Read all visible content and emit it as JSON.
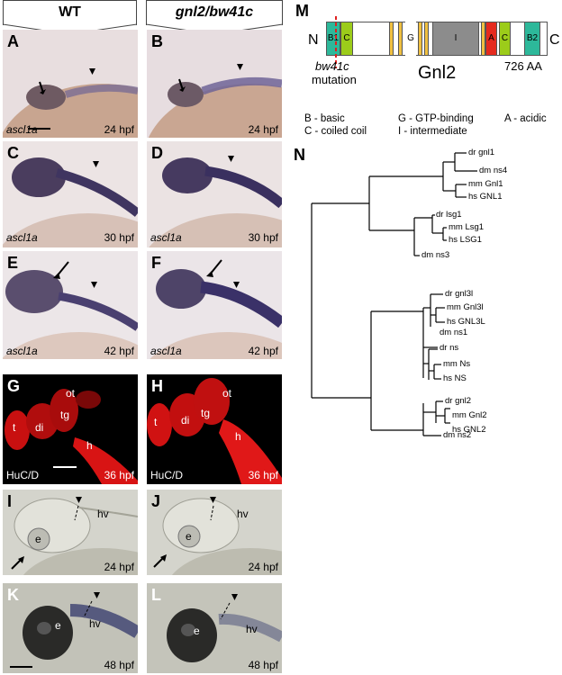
{
  "headers": {
    "wt": "WT",
    "mutant": "gnl2/bw41c"
  },
  "panels": {
    "A": {
      "label": "A",
      "gene": "ascl1a",
      "stage": "24 hpf"
    },
    "B": {
      "label": "B",
      "stage": "24 hpf"
    },
    "C": {
      "label": "C",
      "gene": "ascl1a",
      "stage": "30 hpf"
    },
    "D": {
      "label": "D",
      "gene": "ascl1a",
      "stage": "30 hpf"
    },
    "E": {
      "label": "E",
      "gene": "ascl1a",
      "stage": "42 hpf"
    },
    "F": {
      "label": "F",
      "gene": "ascl1a",
      "stage": "42 hpf"
    },
    "G": {
      "label": "G",
      "marker": "HuC/D",
      "stage": "36 hpf",
      "t": "t",
      "di": "di",
      "tg": "tg",
      "ot": "ot",
      "h": "h"
    },
    "H": {
      "label": "H",
      "marker": "HuC/D",
      "stage": "36 hpf",
      "t": "t",
      "di": "di",
      "tg": "tg",
      "ot": "ot",
      "h": "h"
    },
    "I": {
      "label": "I",
      "stage": "24 hpf",
      "e": "e",
      "hv": "hv"
    },
    "J": {
      "label": "J",
      "stage": "24 hpf",
      "e": "e",
      "hv": "hv"
    },
    "K": {
      "label": "K",
      "stage": "48 hpf",
      "e": "e",
      "hv": "hv"
    },
    "L": {
      "label": "L",
      "stage": "48 hpf",
      "e": "e",
      "hv": "hv"
    }
  },
  "M": {
    "label": "M",
    "n_term": "N",
    "c_term": "C",
    "domains": {
      "b1": "B1",
      "c1": "C",
      "g": "G",
      "i": "I",
      "a": "A",
      "c2": "C",
      "b2": "B2"
    },
    "mutation_allele": "bw41c",
    "mutation_word": "mutation",
    "protein": "Gnl2",
    "length": "726 AA",
    "legend": [
      "B - basic",
      "C - coiled coil",
      "G - GTP-binding",
      "I - intermediate",
      "A - acidic"
    ],
    "colors": {
      "basic": "#2db89a",
      "coiled": "#9ccc1a",
      "gtp": "#f0c040",
      "intermediate": "#8c8c8c",
      "acidic": "#e52a1e",
      "mutation": "#e02020"
    }
  },
  "N": {
    "label": "N",
    "leaves": [
      "dr gnl1",
      "dm ns4",
      "mm Gnl1",
      "hs GNL1",
      "dr lsg1",
      "mm Lsg1",
      "hs LSG1",
      "dm ns3",
      "dr gnl3l",
      "mm Gnl3l",
      "hs GNL3L",
      "dm ns1",
      "dr ns",
      "mm Ns",
      "hs NS",
      "dr gnl2",
      "mm Gnl2",
      "hs GNL2",
      "dm ns2"
    ]
  }
}
